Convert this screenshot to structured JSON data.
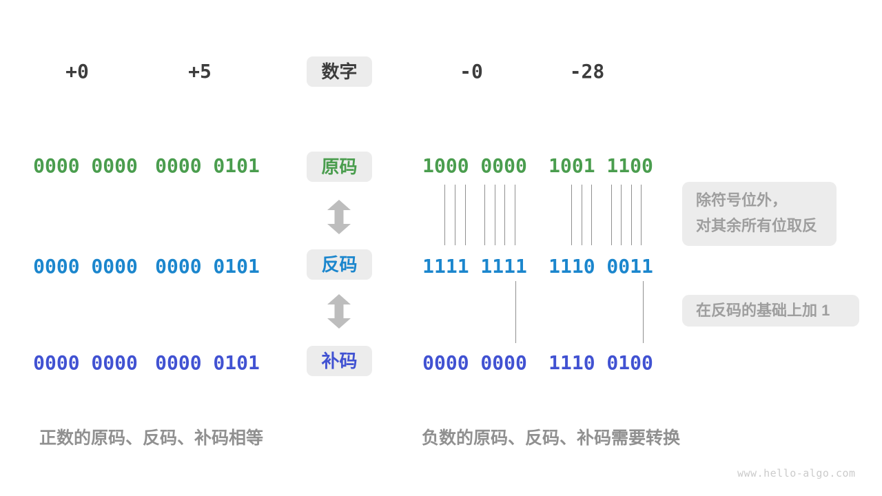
{
  "page": {
    "watermark": "www.hello-algo.com"
  },
  "colors": {
    "sign_magnitude_green": "#4a9d4e",
    "ones_complement_blue": "#1b86cd",
    "twos_complement_indigo": "#4152d2",
    "label_box_bg": "#ececec",
    "header_text": "#3d3d3d",
    "annotation_text": "#9e9e9e",
    "caption_text": "#909090",
    "connector_line": "#8f8f8f",
    "arrow_gray": "#bdbdbd"
  },
  "header": {
    "label": "数字",
    "columns": [
      "+0",
      "+5",
      "-0",
      "-28"
    ]
  },
  "rows": [
    {
      "id": "sign-magnitude",
      "label": "原码",
      "values": [
        "0000 0000",
        "0000 0101",
        "1000 0000",
        "1001 1100"
      ]
    },
    {
      "id": "ones-complement",
      "label": "反码",
      "values": [
        "0000 0000",
        "0000 0101",
        "1111 1111",
        "1110 0011"
      ]
    },
    {
      "id": "twos-complement",
      "label": "补码",
      "values": [
        "0000 0000",
        "0000 0101",
        "0000 0000",
        "1110 0100"
      ]
    }
  ],
  "annotations": [
    {
      "lines": [
        "除符号位外，",
        "对其余所有位取反"
      ]
    },
    {
      "lines": [
        "在反码的基础上加 1"
      ]
    }
  ],
  "captions": {
    "positive": "正数的原码、反码、补码相等",
    "negative": "负数的原码、反码、补码需要转换"
  }
}
